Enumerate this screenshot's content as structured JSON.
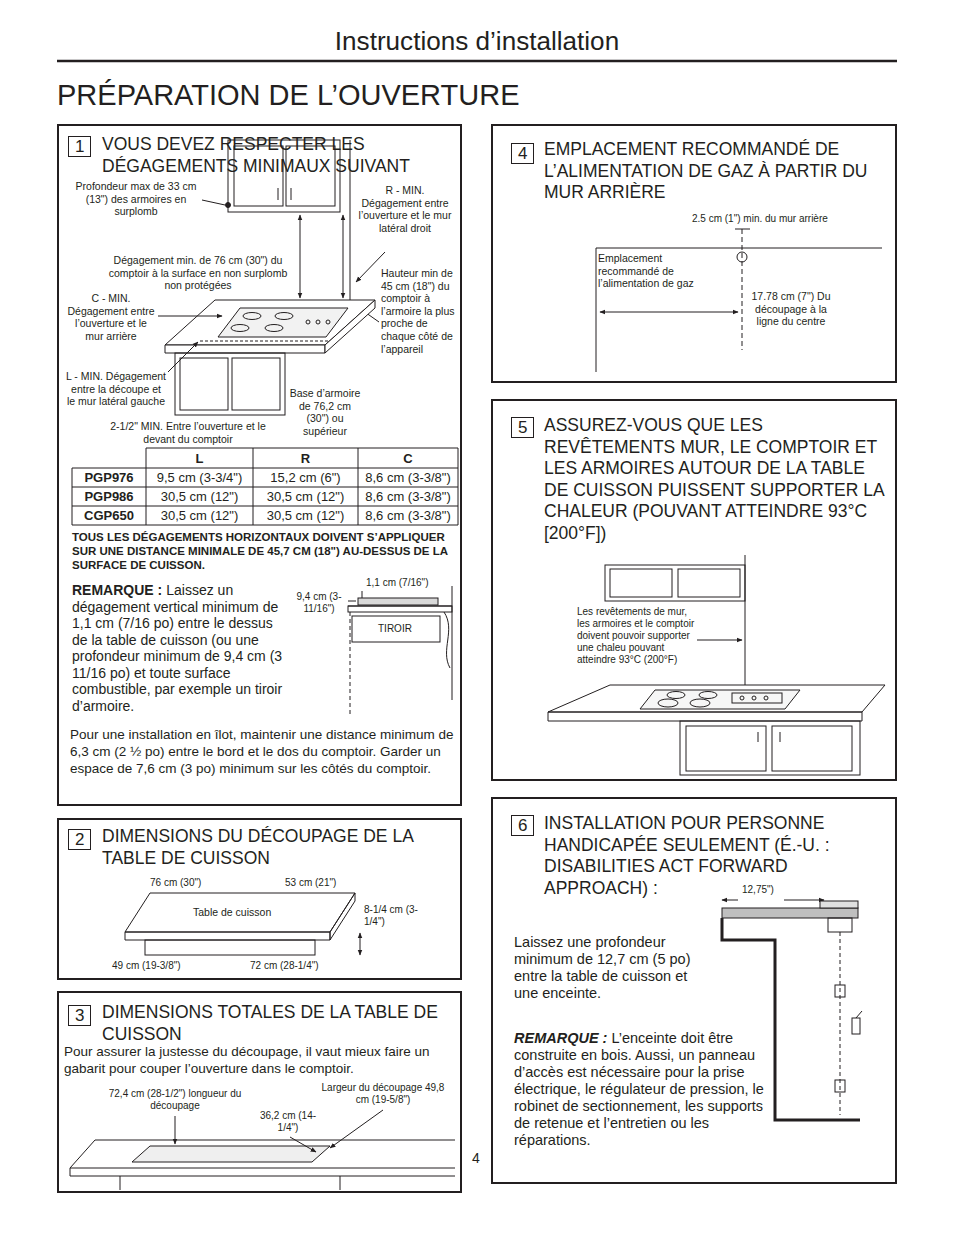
{
  "diagram": {
    "title": "Instructions d’installation",
    "nodes": [
      {
        "text": [
          "VOUS DEVEZ RESPECTER LES DÉGAGEMENTS MINIMAUX SUIVANT"
        ]
      },
      {
        "text": [
          "1"
        ],
        "in": 0
      },
      {
        "text": [
          "DIMENSIONS DU DÉCOUPAGE DE LA TABLE DE CUISSON"
        ]
      },
      {
        "text": [
          "2"
        ],
        "in": 2
      },
      {
        "text": [
          "DIMENSIONS TOTALES DE LA TABLE DE CUISSON",
          "Pour assurer la justesse du découpage, il vaut mieux faire un gabarit pour couper l’ouverture dans le comptoir."
        ]
      },
      {
        "text": [
          "3"
        ],
        "in": 4
      },
      {
        "text": [
          "EMPLACEMENT RECOMMANDÉ DE L’ALIMENTATION DE GAZ À PARTIR DU MUR ARRIÈRE"
        ]
      },
      {
        "text": [
          "4"
        ],
        "in": 6
      },
      {
        "text": [
          "ASSUREZ-VOUS QUE LES REVÊTEMENTS MUR, LE COMPTOIR ET LES ARMOIRES AUTOUR DE LA TABLE DE CUISSON PUISSENT SUPPORTER LA CHALEUR (POUVANT ATTEINDRE 93°C [200°F])"
        ]
      },
      {
        "text": [
          "5"
        ],
        "in": 8
      },
      {
        "text": [
          "INSTALLATION POUR PERSONNE HANDICAPÉE SEULEMENT (É.-U. : DISABILITIES ACT FORWARD APPROACH) :",
          "Laissez une profondeur minimum de 12,7 cm (5 po) entre la table de cuisson et une enceinte."
        ]
      },
      {
        "text": [
          "6"
        ],
        "in": 10
      }
    ],
    "labels": [
      "PRÉPARATION DE L’OUVERTURE",
      "Profondeur max de 33 cm (13\") des armoires en surplomb",
      "R - MIN. Dégagement entre l’ouverture et le mur latéral droit",
      "Dégagement min. de 76 cm (30\") du comptoir à la surface en non surplomb non protégées",
      "C - MIN. Dégagement entre l’ouverture et le mur arrière",
      "Hauteur min de 45 cm (18\") du comptoir à l’armoire la plus proche de chaque côté de l’appareil",
      "L - MIN. Dégagement entre la découpe et le mur latéral gauche",
      "Base d’armoire de 76,2 cm (30\") ou supérieur",
      "2-1/2\" MIN. Entre l’ouverture et le devant du comptoir",
      "L",
      "R",
      "C",
      "PGP976",
      "9,5 cm (3-3/4\")",
      "15,2 cm (6\")",
      "8,6 cm (3-3/8\")",
      "PGP986",
      "30,5 cm (12\")",
      "30,5 cm (12\")",
      "8,6 cm (3-3/8\")",
      "CGP650",
      "30,5 cm (12\")",
      "30,5 cm (12\")",
      "8,6 cm (3-3/8\")",
      "TOUS LES DÉGAGEMENTS HORIZONTAUX DOIVENT S’APPLIQUER SUR UNE DISTANCE MINIMALE DE 45,7 CM (18\") AU-DESSUS DE LA SURFACE DE CUISSON.",
      "REMARQUE :",
      "Laissez un dégagement vertical minimum de 1,1 cm (7/16 po) entre le dessus de la table de cuisson (ou une profondeur minimum de 9,4 cm (3 11/16 po) et toute surface combustible, par exemple un tiroir d’armoire.",
      "1,1 cm (7/16\")",
      "9,4 cm (3-11/16\")",
      "TIROIR",
      "Pour une installation en îlot, maintenir une distance minimum de 6,3 cm (2 ½ po) entre le bord et le dos du comptoir. Garder un espace de 7,6 cm (3 po) minimum sur les côtés du comptoir.",
      "76 cm (30\")",
      "53 cm (21\")",
      "Table de cuisson",
      "8-1/4 cm (3-1/4\")",
      "49 cm (19-3/8\")",
      "72 cm (28-1/4\")",
      "72,4 cm (28-1/2\") longueur du découpage",
      "Largeur du découpage 49,8 cm (19-5/8\")",
      "36,2 cm (14-1/4\")",
      "2.5 cm (1\") min. du mur arrière",
      "Emplacement recommandé de l’alimentation de gaz",
      "17.78 cm (7\") Du découpage à la ligne du centre",
      "Les revêtements de mur, les armoires et le comptoir doivent pouvoir supporter une chaleu pouvant atteindre 93°C (200°F)",
      "12,75\")",
      "REMARQUE :",
      "L’enceinte doit être construite en bois. Aussi, un panneau d’accès est nécessaire pour la prise électrique, le régulateur de pression, le robinet de sectionnement, les supports de retenue et l’entretien ou les réparations.",
      "4"
    ]
  }
}
